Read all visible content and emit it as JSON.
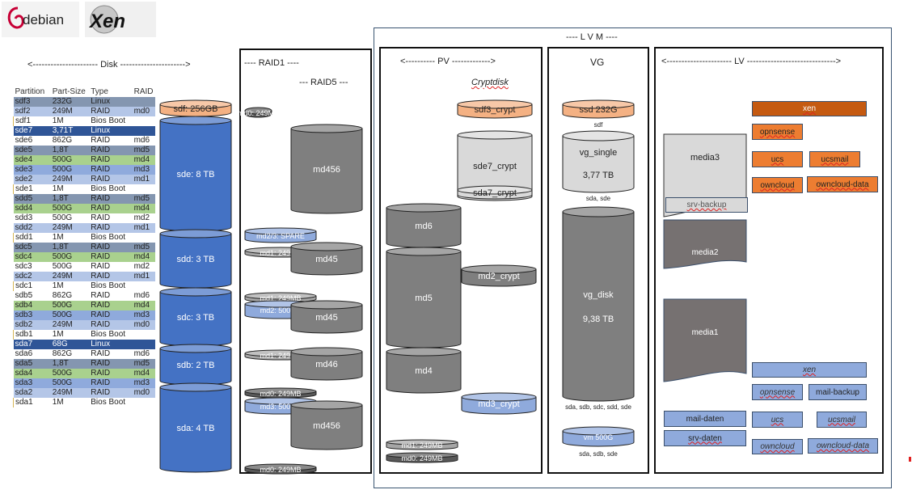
{
  "logos": {
    "debian": "debian",
    "xen": "Xen"
  },
  "headers": {
    "disk": "<---------------------- Disk ---------------------->",
    "raid1": "----  RAID1  ----",
    "raid5": "--- RAID5 ---",
    "lvm": "---- L V M ----",
    "pv": "<----------   PV   ------------->",
    "cryptdisk": "Cryptdisk",
    "vg": "VG",
    "lv": "<---------------------- LV ------------------------------>"
  },
  "partition_table": {
    "columns": [
      "Partition",
      "Part-Size",
      "Type",
      "RAID"
    ],
    "rows": [
      {
        "partition": "sdf3",
        "size": "232G",
        "type": "Linux",
        "raid": "",
        "style": "r-linux-dark"
      },
      {
        "partition": "sdf2",
        "size": "249M",
        "type": "RAID",
        "raid": "md0",
        "style": "r-raid0"
      },
      {
        "partition": "sdf1",
        "size": "1M",
        "type": "Bios Boot",
        "raid": "",
        "style": "r-boot"
      },
      {
        "partition": "sde7",
        "size": "3,71T",
        "type": "Linux",
        "raid": "",
        "style": "r-linux-blue"
      },
      {
        "partition": "sde6",
        "size": "862G",
        "type": "RAID",
        "raid": "md6",
        "style": "r-md6"
      },
      {
        "partition": "sde5",
        "size": "1,8T",
        "type": "RAID",
        "raid": "md5",
        "style": "r-md5"
      },
      {
        "partition": "sde4",
        "size": "500G",
        "type": "RAID",
        "raid": "md4",
        "style": "r-md4"
      },
      {
        "partition": "sde3",
        "size": "500G",
        "type": "RAID",
        "raid": "md3",
        "style": "r-md3"
      },
      {
        "partition": "sde2",
        "size": "249M",
        "type": "RAID",
        "raid": "md1",
        "style": "r-md1"
      },
      {
        "partition": "sde1",
        "size": "1M",
        "type": "Bios Boot",
        "raid": "",
        "style": "r-boot"
      },
      {
        "partition": "sdd5",
        "size": "1,8T",
        "type": "RAID",
        "raid": "md5",
        "style": "r-md5"
      },
      {
        "partition": "sdd4",
        "size": "500G",
        "type": "RAID",
        "raid": "md4",
        "style": "r-md4"
      },
      {
        "partition": "sdd3",
        "size": "500G",
        "type": "RAID",
        "raid": "md2",
        "style": "r-md2",
        "bold_name": true
      },
      {
        "partition": "sdd2",
        "size": "249M",
        "type": "RAID",
        "raid": "md1",
        "style": "r-md1"
      },
      {
        "partition": "sdd1",
        "size": "1M",
        "type": "Bios Boot",
        "raid": "",
        "style": "r-boot"
      },
      {
        "partition": "sdc5",
        "size": "1,8T",
        "type": "RAID",
        "raid": "md5",
        "style": "r-md5"
      },
      {
        "partition": "sdc4",
        "size": "500G",
        "type": "RAID",
        "raid": "md4",
        "style": "r-md4"
      },
      {
        "partition": "sdc3",
        "size": "500G",
        "type": "RAID",
        "raid": "md2",
        "style": "r-md2",
        "bold_name": true
      },
      {
        "partition": "sdc2",
        "size": "249M",
        "type": "RAID",
        "raid": "md1",
        "style": "r-md1"
      },
      {
        "partition": "sdc1",
        "size": "1M",
        "type": "Bios Boot",
        "raid": "",
        "style": "r-boot"
      },
      {
        "partition": "sdb5",
        "size": "862G",
        "type": "RAID",
        "raid": "md6",
        "style": "r-md6"
      },
      {
        "partition": "sdb4",
        "size": "500G",
        "type": "RAID",
        "raid": "md4",
        "style": "r-md4"
      },
      {
        "partition": "sdb3",
        "size": "500G",
        "type": "RAID",
        "raid": "md3",
        "style": "r-md3"
      },
      {
        "partition": "sdb2",
        "size": "249M",
        "type": "RAID",
        "raid": "md0",
        "style": "r-md1",
        "bold_size": true
      },
      {
        "partition": "sdb1",
        "size": "1M",
        "type": "Bios Boot",
        "raid": "",
        "style": "r-boot"
      },
      {
        "partition": "sda7",
        "size": "68G",
        "type": "Linux",
        "raid": "",
        "style": "r-linux-blue"
      },
      {
        "partition": "sda6",
        "size": "862G",
        "type": "RAID",
        "raid": "md6",
        "style": "r-md6"
      },
      {
        "partition": "sda5",
        "size": "1,8T",
        "type": "RAID",
        "raid": "md5",
        "style": "r-md5"
      },
      {
        "partition": "sda4",
        "size": "500G",
        "type": "RAID",
        "raid": "md4",
        "style": "r-md4"
      },
      {
        "partition": "sda3",
        "size": "500G",
        "type": "RAID",
        "raid": "md3",
        "style": "r-md3"
      },
      {
        "partition": "sda2",
        "size": "249M",
        "type": "RAID",
        "raid": "md0",
        "style": "r-md1",
        "bold_size": true
      },
      {
        "partition": "sda1",
        "size": "1M",
        "type": "Bios Boot",
        "raid": "",
        "style": "r-boot"
      }
    ]
  },
  "disks": [
    {
      "label": "sdf: 256GB",
      "color": "#f4b183"
    },
    {
      "label": "sde: 8 TB",
      "color": "#4472c4"
    },
    {
      "label": "sdd: 3 TB",
      "color": "#4472c4"
    },
    {
      "label": "sdc: 3 TB",
      "color": "#4472c4"
    },
    {
      "label": "sdb: 2 TB",
      "color": "#4472c4"
    },
    {
      "label": "sda: 4 TB",
      "color": "#4472c4"
    }
  ],
  "raid": {
    "raid1_items": [
      {
        "label": "md0: 249MB",
        "color": "#595959"
      },
      {
        "label": "md2/3: SPARE",
        "color": "#8faadc"
      },
      {
        "label": "md1: 249MB",
        "color": "#a6a6a6"
      },
      {
        "label": "md1: 249MB",
        "color": "#a6a6a6"
      },
      {
        "label": "md2: 500GB",
        "color": "#8faadc"
      },
      {
        "label": "md1: 249MB",
        "color": "#a6a6a6"
      },
      {
        "label": "md0: 249MB",
        "color": "#595959"
      },
      {
        "label": "md3: 500GB",
        "color": "#8faadc"
      },
      {
        "label": "md0: 249MB",
        "color": "#595959"
      }
    ],
    "raid5_items": [
      {
        "label": "md456",
        "color": "#7f7f7f"
      },
      {
        "label": "md45",
        "color": "#7f7f7f"
      },
      {
        "label": "md45",
        "color": "#7f7f7f"
      },
      {
        "label": "md46",
        "color": "#7f7f7f"
      },
      {
        "label": "md456",
        "color": "#7f7f7f"
      }
    ]
  },
  "pv": {
    "crypt": [
      {
        "label": "sdf3_crypt",
        "color": "#f4b183"
      },
      {
        "label": "sde7_crypt",
        "color": "#d9d9d9"
      },
      {
        "label": "sda7_crypt",
        "color": "#d9d9d9"
      },
      {
        "label": "md2_crypt",
        "color": "#7f7f7f"
      },
      {
        "label": "md3_crypt",
        "color": "#8faadc"
      }
    ],
    "md": [
      {
        "label": "md6",
        "color": "#7f7f7f"
      },
      {
        "label": "md5",
        "color": "#7f7f7f"
      },
      {
        "label": "md4",
        "color": "#7f7f7f"
      },
      {
        "label": "md1: 249MB",
        "color": "#a6a6a6"
      },
      {
        "label": "md0: 249MB",
        "color": "#595959"
      }
    ]
  },
  "vg": [
    {
      "label": "ssd 232G",
      "sub": "sdf",
      "color": "#f4b183"
    },
    {
      "label": "vg_single",
      "size": "3,77 TB",
      "sub": "sda, sde",
      "color": "#d9d9d9"
    },
    {
      "label": "vg_disk",
      "size": "9,38 TB",
      "sub": "sda, sdb, sdc, sdd, sde",
      "color": "#7f7f7f"
    },
    {
      "label": "vm 500G",
      "sub": "sda, sdb, sde",
      "color": "#8faadc"
    }
  ],
  "lv": {
    "ssd": [
      "xen",
      "opnsense",
      "ucs",
      "ucsmail",
      "owncloud",
      "owncloud-data"
    ],
    "single": [
      "media3",
      "srv-backup"
    ],
    "disk": [
      "media2",
      "media1"
    ],
    "vm": [
      "xen",
      "opnsense",
      "mail-backup",
      "ucs",
      "ucsmail",
      "owncloud",
      "owncloud-data"
    ],
    "vm_left": [
      "mail-daten",
      "srv-daten"
    ]
  }
}
